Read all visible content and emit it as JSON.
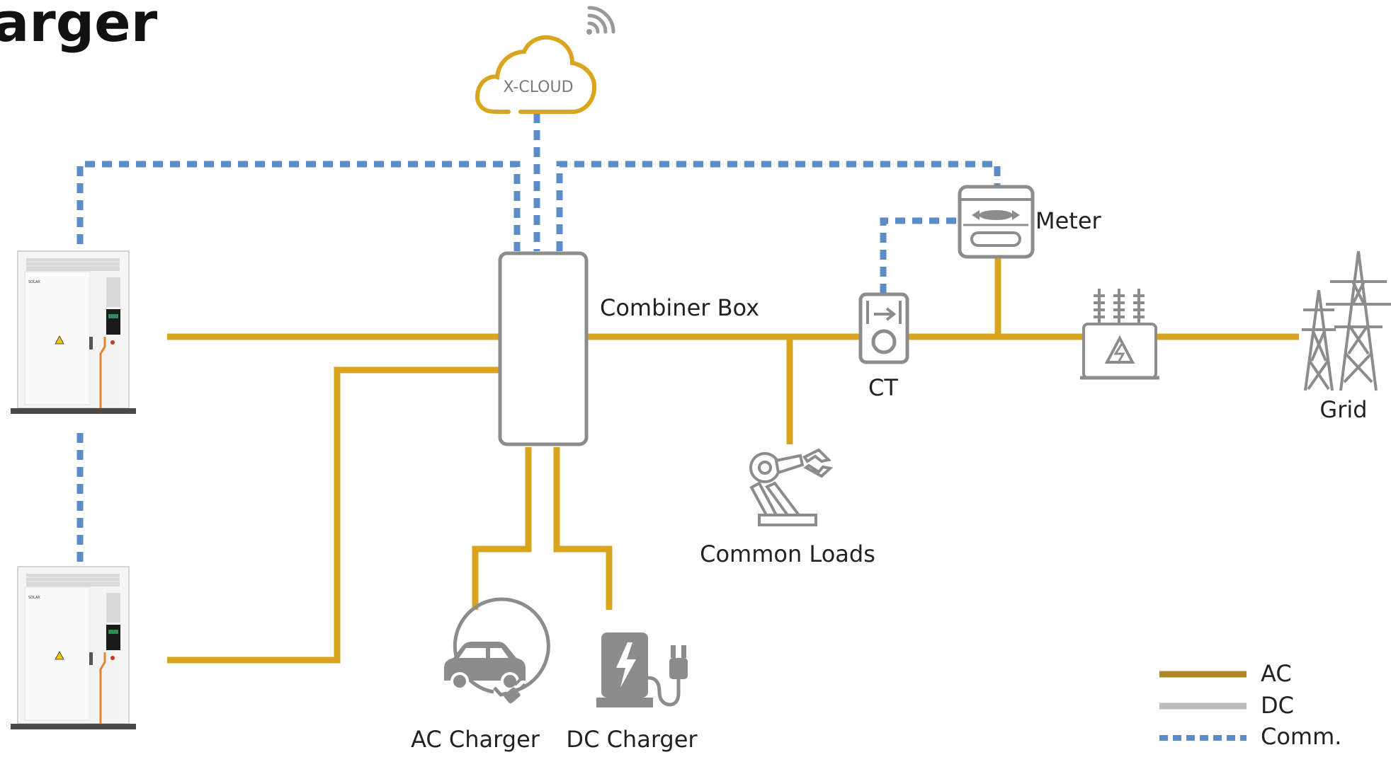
{
  "title_fragment": "arger",
  "cloud": {
    "label": "X-CLOUD"
  },
  "labels": {
    "combiner_box": "Combiner Box",
    "meter": "Meter",
    "ct": "CT",
    "grid": "Grid",
    "common_loads": "Common Loads",
    "ac_charger": "AC Charger",
    "dc_charger": "DC Charger"
  },
  "cabinet": {
    "brand": "SOLAX"
  },
  "legend": [
    {
      "key": "ac",
      "label": "AC",
      "color": "#B08826",
      "style": "solid"
    },
    {
      "key": "dc",
      "label": "DC",
      "color": "#BDBDBD",
      "style": "solid"
    },
    {
      "key": "comm",
      "label": "Comm.",
      "color": "#5B8CC8",
      "style": "dashed"
    }
  ],
  "colors": {
    "ac_line": "#D9A41E",
    "comm_line": "#5B8CC8",
    "icon_gray": "#8C8C8C",
    "cloud_outline": "#D9A41E",
    "cabinet_accent": "#E8822B"
  }
}
